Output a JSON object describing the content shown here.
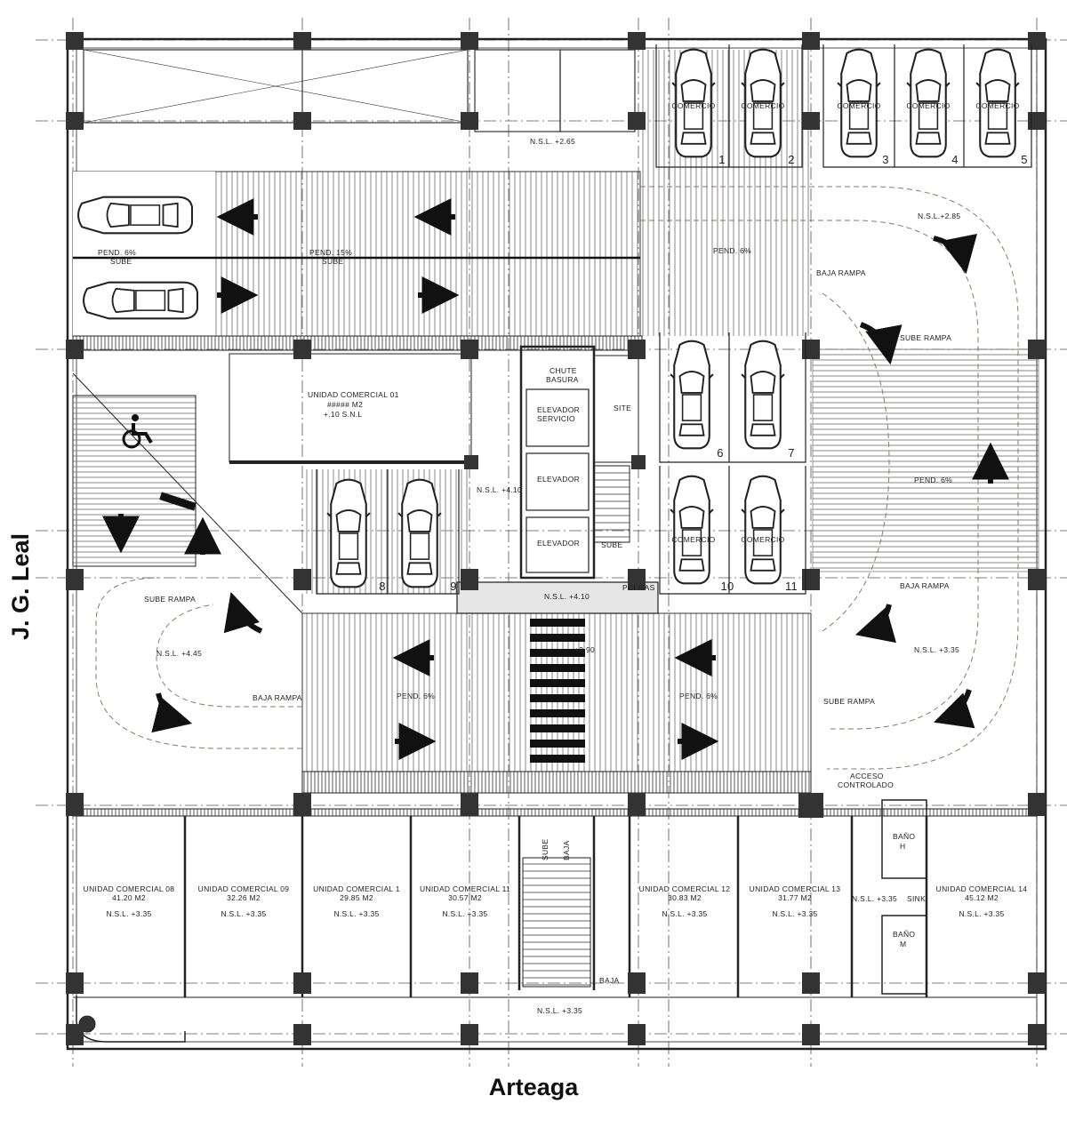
{
  "streets": {
    "south": "Arteaga",
    "west": "J. G. Leal"
  },
  "labels": {
    "nsl_top": "N.S.L. +2.65",
    "nsl_right_top": "N.S.L.+2.85",
    "nsl_center": "N.S.L. +4.10",
    "nsl_core": "N.S.L. +4.10",
    "nsl_left": "N.S.L. +4.45",
    "nsl_right": "N.S.L. +3.35",
    "nsl_bottom": "N.S.L. +3.35",
    "nsl_corridor": "N.S.L. +3.35",
    "nsl_ramp_center": "+3.90",
    "pend_6_a": "PEND. 6%",
    "pend_15": "PEND. 15%",
    "pend_6_b": "PEND. 6%",
    "pend_6_right": "PEND. 6%",
    "pend_6_c": "PEND. 6%",
    "pend_6_d": "PEND. 6%",
    "sube": "SUBE",
    "sube2": "SUBE",
    "sube_stair": "SUBE",
    "sube_v": "SUBE",
    "baja_v": "BAJA",
    "baja_stair": "BAJA",
    "baja_rampa_1": "BAJA RAMPA",
    "baja_rampa_2": "BAJA RAMPA",
    "baja_rampa_3": "BAJA RAMPA",
    "sube_rampa_1": "SUBE RAMPA",
    "sube_rampa_2": "SUBE RAMPA",
    "sube_rampa_3": "SUBE RAMPA",
    "chute": "CHUTE",
    "basura": "BASURA",
    "elev_serv_1": "ELEVADOR",
    "elev_serv_2": "SERVICIO",
    "elev_2": "ELEVADOR",
    "elev_3": "ELEVADOR",
    "site": "SITE",
    "acceso_1": "ACCESO",
    "acceso_2": "CONTROLADO",
    "bano_h_1": "BAÑO",
    "bano_h_2": "H",
    "bano_m_1": "BAÑO",
    "bano_m_2": "M",
    "sink": "SINK",
    "pc": "PCI GAS",
    "unit01_name": "UNIDAD COMERCIAL 01",
    "unit01_area": "##### M2",
    "unit01_level": "+.10 S.N.L"
  },
  "parking": [
    {
      "num": "1",
      "label": "COMERCIO"
    },
    {
      "num": "2",
      "label": "COMERCIO"
    },
    {
      "num": "3",
      "label": "COMERCIO"
    },
    {
      "num": "4",
      "label": "COMERCIO"
    },
    {
      "num": "5",
      "label": "COMERCIO"
    },
    {
      "num": "6",
      "label": ""
    },
    {
      "num": "7",
      "label": ""
    },
    {
      "num": "8",
      "label": ""
    },
    {
      "num": "9",
      "label": ""
    },
    {
      "num": "10",
      "label": "COMERCIO"
    },
    {
      "num": "11",
      "label": "COMERCIO"
    }
  ],
  "units": [
    {
      "name": "UNIDAD COMERCIAL 08",
      "area": "41.20 M2",
      "level": "N.S.L. +3.35"
    },
    {
      "name": "UNIDAD COMERCIAL 09",
      "area": "32.26 M2",
      "level": "N.S.L. +3.35"
    },
    {
      "name": "UNIDAD COMERCIAL 1",
      "area": "29.85 M2",
      "level": "N.S.L. +3.35"
    },
    {
      "name": "UNIDAD COMERCIAL 11",
      "area": "30.57 M2",
      "level": "N.S.L. +3.35"
    },
    {
      "name": "UNIDAD COMERCIAL 12",
      "area": "30.83 M2",
      "level": "N.S.L. +3.35"
    },
    {
      "name": "UNIDAD COMERCIAL 13",
      "area": "31.77 M2",
      "level": "N.S.L. +3.35"
    },
    {
      "name": "UNIDAD COMERCIAL 14",
      "area": "45.12 M2",
      "level": "N.S.L. +3.35"
    }
  ]
}
